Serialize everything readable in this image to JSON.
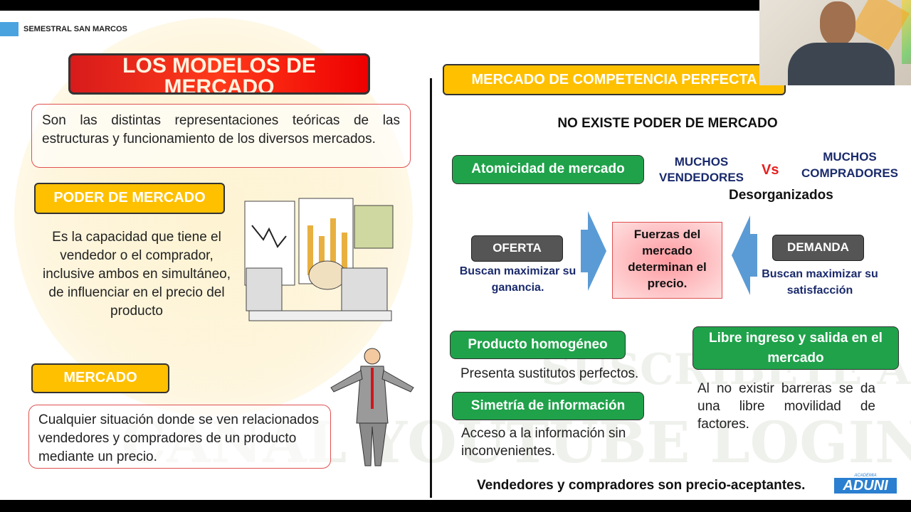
{
  "header": {
    "label": "SEMESTRAL SAN MARCOS"
  },
  "left": {
    "title": "LOS MODELOS DE MERCADO",
    "definition": "Son las distintas representaciones teóricas de las estructuras y funcionamiento de los diversos mercados.",
    "poder_label": "PODER DE MERCADO",
    "poder_text": "Es la capacidad que tiene el vendedor o el comprador, inclusive ambos en simultáneo, de influenciar en el precio del producto",
    "mercado_label": "MERCADO",
    "mercado_text": "Cualquier situación donde se ven relacionados vendedores y compradores de un producto mediante un precio."
  },
  "right": {
    "title": "MERCADO DE COMPETENCIA PERFECTA",
    "subtitle": "NO EXISTE PODER DE MERCADO",
    "atomicidad": "Atomicidad de mercado",
    "vendedores": "MUCHOS VENDEDORES",
    "vs": "Vs",
    "compradores": "MUCHOS COMPRADORES",
    "desorganizados": "Desorganizados",
    "oferta": "OFERTA",
    "oferta_text": "Buscan maximizar su ganancia.",
    "fuerzas": "Fuerzas del mercado determinan el precio.",
    "demanda": "DEMANDA",
    "demanda_text": "Buscan maximizar su satisfacción",
    "producto": "Producto homogéneo",
    "producto_text": "Presenta sustitutos perfectos.",
    "simetria": "Simetría de información",
    "simetria_text": "Acceso a la información sin inconvenientes.",
    "libre": "Libre ingreso y salida en el mercado",
    "libre_text": "Al no existir barreras se da una libre movilidad de factores.",
    "footer": "Vendedores y compradores son precio-aceptantes."
  },
  "logo": {
    "top": "ACADEMIA",
    "name": "ADUNI"
  },
  "watermark": {
    "line1": "SUSCRÍBETE A",
    "line2": "CANAL YOUTUBE LOGIN MATHS"
  },
  "colors": {
    "green": "#1fa24a",
    "yellow": "#ffc000",
    "red": "#e81e1e",
    "navy": "#1a2a6c",
    "arrow": "#5b9bd5"
  }
}
